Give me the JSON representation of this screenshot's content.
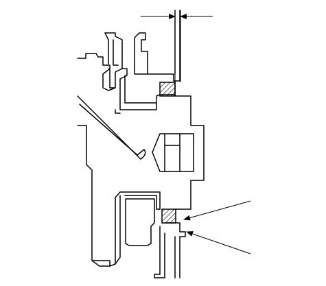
{
  "figure": {
    "kind": "technical-cross-section",
    "line_color": "#000000",
    "background": "#ffffff",
    "parts": [
      "upper-housing-section",
      "lower-housing-section",
      "central-hub",
      "slanted-rod",
      "upper-hatched-seal",
      "lower-hatched-seal",
      "thickness-dimension-arrows",
      "upper-leader-arrow",
      "lower-leader-arrow"
    ]
  }
}
